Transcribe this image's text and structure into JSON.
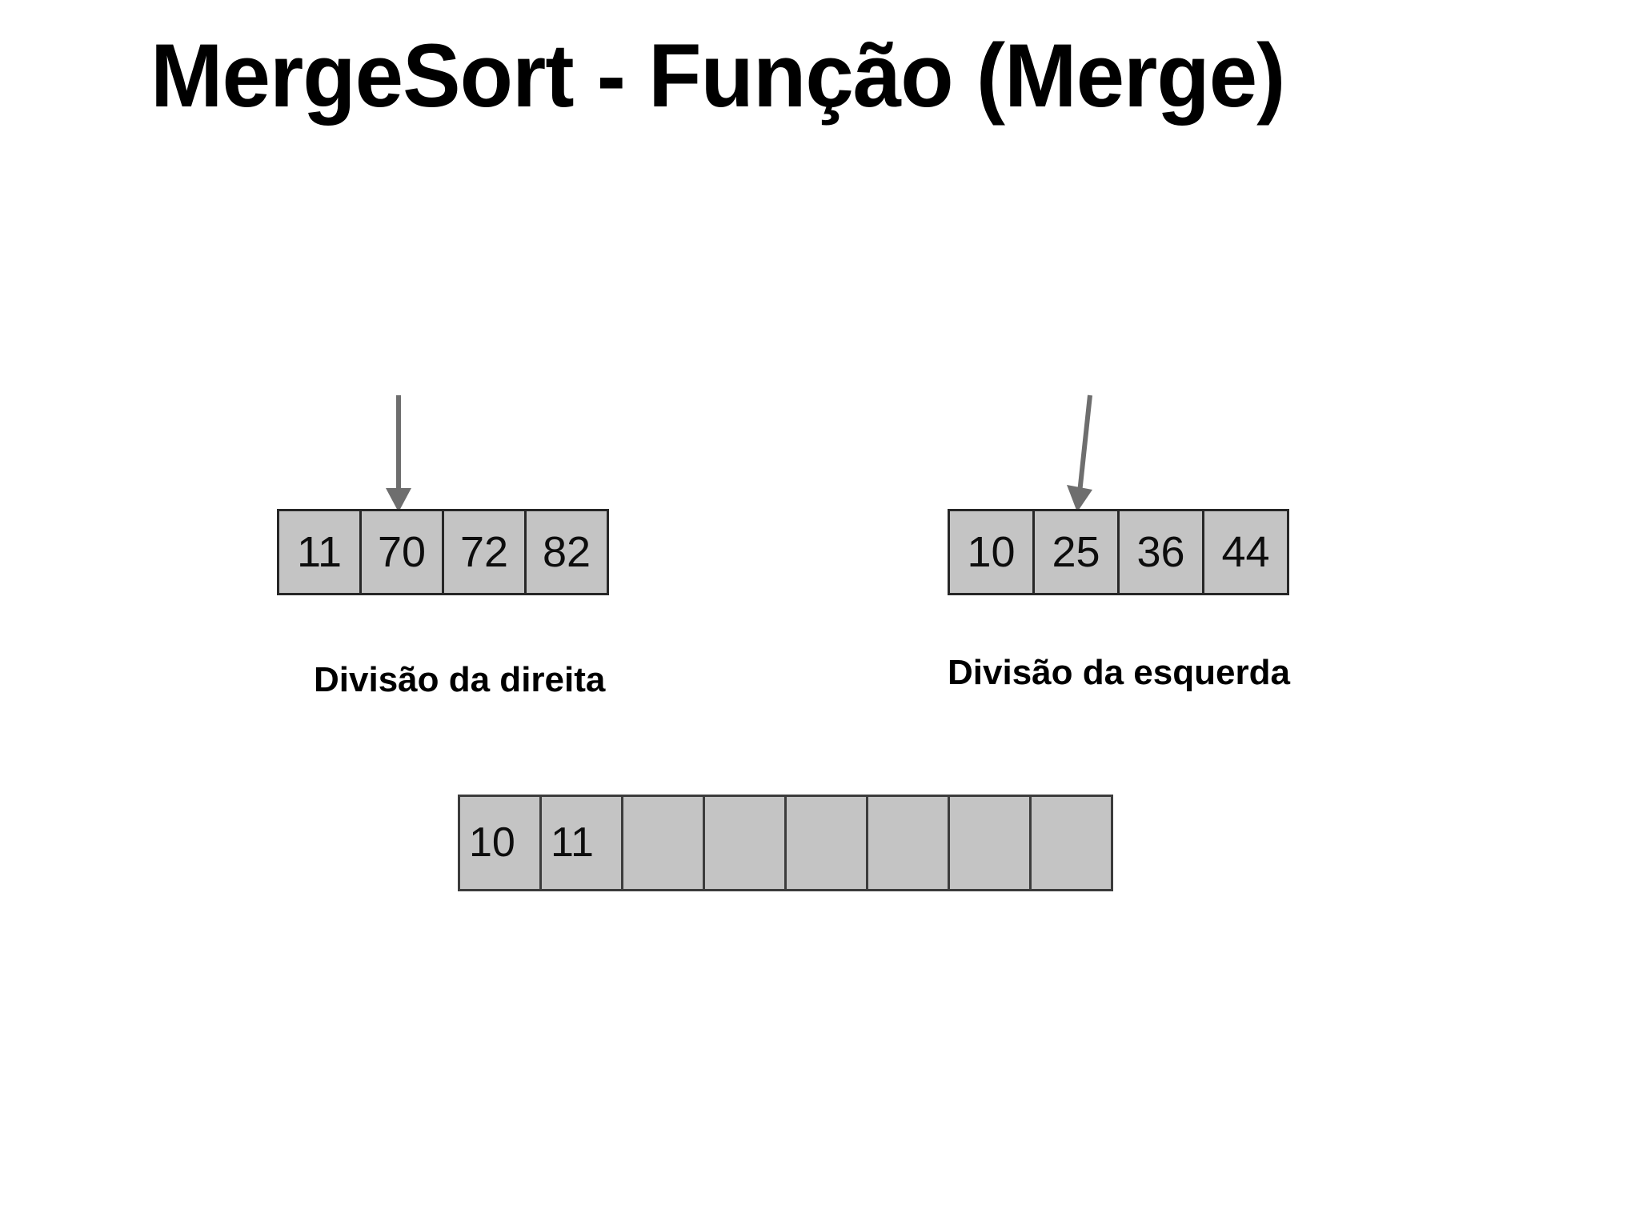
{
  "slide": {
    "title": "MergeSort - Função (Merge)",
    "background_color": "#ffffff",
    "text_color": "#000000"
  },
  "colors": {
    "cell_fill": "#c4c4c4",
    "cell_border": "#272727",
    "merged_cell_border": "#3c3c3c",
    "arrow": "#6e6e6e"
  },
  "arrays": {
    "right_division": {
      "caption": "Divisão da direita",
      "values": [
        "11",
        "70",
        "72",
        "82"
      ],
      "pointer_index": 1
    },
    "left_division": {
      "caption": "Divisão da esquerda",
      "values": [
        "10",
        "25",
        "36",
        "44"
      ],
      "pointer_index": 1
    },
    "merged": {
      "values": [
        "10",
        "11",
        "",
        "",
        "",
        "",
        "",
        ""
      ],
      "capacity": 8
    }
  }
}
